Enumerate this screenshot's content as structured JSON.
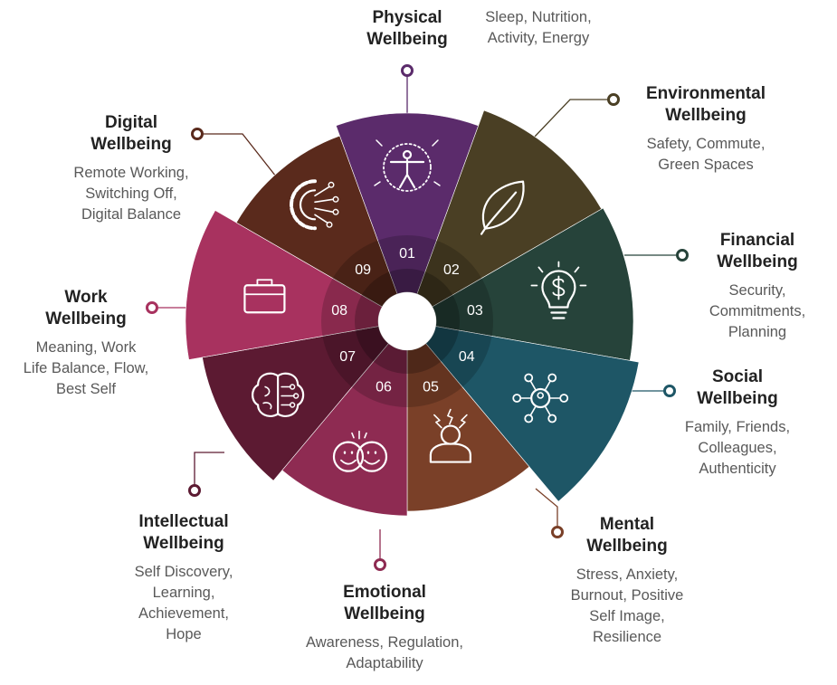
{
  "segments": [
    {
      "num": "01",
      "title": "Physical Wellbeing",
      "title_lines": [
        "Physical",
        "Wellbeing"
      ],
      "desc_lines": [
        "Sleep, Nutrition,",
        "Activity, Energy"
      ],
      "color": "#5B2B6B",
      "icon": "vitruvian-figure-icon"
    },
    {
      "num": "02",
      "title": "Environmental Wellbeing",
      "title_lines": [
        "Environmental",
        "Wellbeing"
      ],
      "desc_lines": [
        "Safety, Commute,",
        "Green Spaces"
      ],
      "color": "#4A3F24",
      "icon": "leaf-icon"
    },
    {
      "num": "03",
      "title": "Financial Wellbeing",
      "title_lines": [
        "Financial",
        "Wellbeing"
      ],
      "desc_lines": [
        "Security,",
        "Commitments,",
        "Planning"
      ],
      "color": "#26433A",
      "icon": "lightbulb-dollar-icon"
    },
    {
      "num": "04",
      "title": "Social Wellbeing",
      "title_lines": [
        "Social",
        "Wellbeing"
      ],
      "desc_lines": [
        "Family, Friends,",
        "Colleagues,",
        "Authenticity"
      ],
      "color": "#1E5666",
      "icon": "network-people-icon"
    },
    {
      "num": "05",
      "title": "Mental Wellbeing",
      "title_lines": [
        "Mental",
        "Wellbeing"
      ],
      "desc_lines": [
        "Stress, Anxiety,",
        "Burnout, Positive",
        "Self Image,",
        "Resilience"
      ],
      "color": "#7A4028",
      "icon": "stressed-person-icon"
    },
    {
      "num": "06",
      "title": "Emotional Wellbeing",
      "title_lines": [
        "Emotional",
        "Wellbeing"
      ],
      "desc_lines": [
        "Awareness, Regulation,",
        "Adaptability"
      ],
      "color": "#8E2B52",
      "icon": "two-faces-icon"
    },
    {
      "num": "07",
      "title": "Intellectual Wellbeing",
      "title_lines": [
        "Intellectual",
        "Wellbeing"
      ],
      "desc_lines": [
        "Self Discovery,",
        "Learning,",
        "Achievement,",
        "Hope"
      ],
      "color": "#5C1A32",
      "icon": "brain-circuit-icon"
    },
    {
      "num": "08",
      "title": "Work Wellbeing",
      "title_lines": [
        "Work",
        "Wellbeing"
      ],
      "desc_lines": [
        "Meaning, Work",
        "Life Balance, Flow,",
        "Best Self"
      ],
      "color": "#A8325F",
      "icon": "briefcase-icon"
    },
    {
      "num": "09",
      "title": "Digital Wellbeing",
      "title_lines": [
        "Digital",
        "Wellbeing"
      ],
      "desc_lines": [
        "Remote Working,",
        "Switching Off,",
        "Digital Balance"
      ],
      "color": "#5A2A1C",
      "icon": "digital-gear-icon"
    }
  ]
}
